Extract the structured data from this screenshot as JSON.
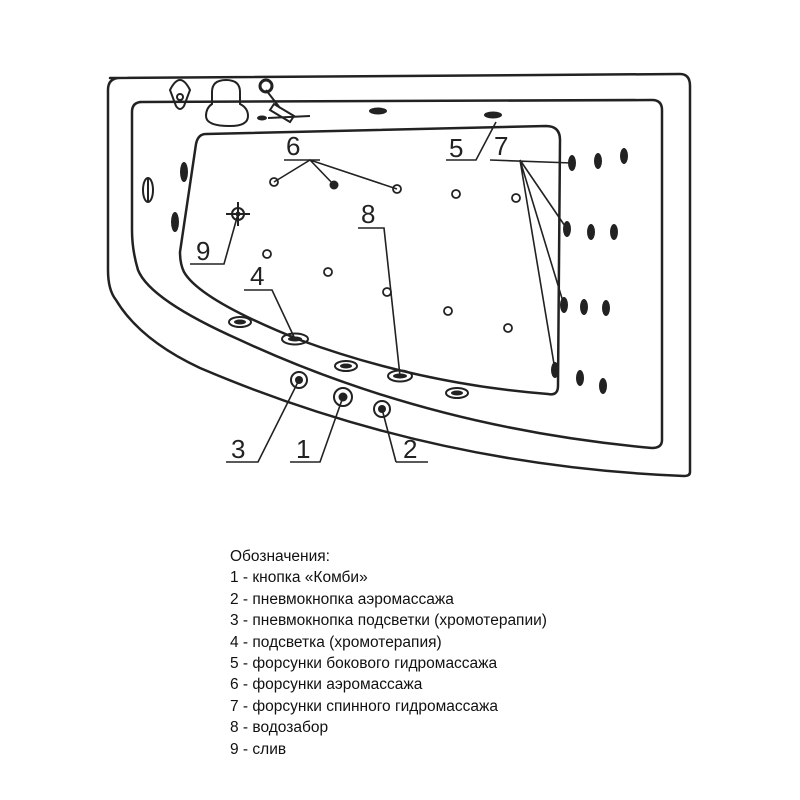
{
  "diagram": {
    "callouts": {
      "c1": "1",
      "c2": "2",
      "c3": "3",
      "c4": "4",
      "c5": "5",
      "c6": "6",
      "c7": "7",
      "c8": "8",
      "c9": "9"
    }
  },
  "legend": {
    "title": "Обозначения:",
    "items": [
      "1 - кнопка «Комби»",
      "2 - пневмокнопка аэромассажа",
      "3 - пневмокнопка подсветки (хромотерапии)",
      "4 - подсветка (хромотерапия)",
      "5 - форсунки бокового гидромассажа",
      "6 - форсунки аэромассажа",
      "7 - форсунки спинного гидромассажа",
      "8 - водозабор",
      "9 - слив"
    ]
  }
}
